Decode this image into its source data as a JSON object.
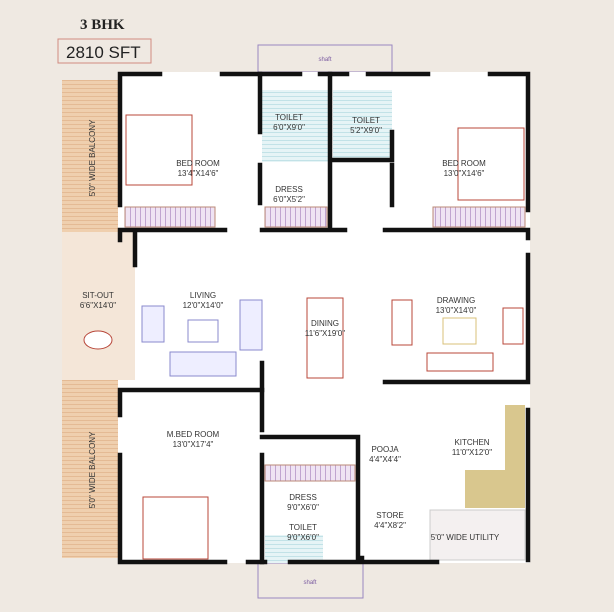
{
  "header": {
    "type": "3 BHK",
    "area": "2810 SFT"
  },
  "shaft_label": "shaft",
  "rooms": [
    {
      "name": "BED ROOM",
      "size": "13'4\"X14'6\""
    },
    {
      "name": "TOILET",
      "size": "6'0\"X9'0\""
    },
    {
      "name": "TOILET",
      "size": "5'2\"X9'0\""
    },
    {
      "name": "BED ROOM",
      "size": "13'0\"X14'6\""
    },
    {
      "name": "DRESS",
      "size": "6'0\"X5'2\""
    },
    {
      "name": "SIT-OUT",
      "size": "6'6\"X14'0\""
    },
    {
      "name": "LIVING",
      "size": "12'0\"X14'0\""
    },
    {
      "name": "DINING",
      "size": "11'6\"X19'0\""
    },
    {
      "name": "DRAWING",
      "size": "13'0\"X14'0\""
    },
    {
      "name": "M.BED ROOM",
      "size": "13'0\"X17'4\""
    },
    {
      "name": "DRESS",
      "size": "9'0\"X6'0\""
    },
    {
      "name": "TOILET",
      "size": "9'0\"X6'0\""
    },
    {
      "name": "POOJA",
      "size": "4'4\"X4'4\""
    },
    {
      "name": "STORE",
      "size": "4'4\"X8'2\""
    },
    {
      "name": "KITCHEN",
      "size": "11'0\"X12'0\""
    }
  ],
  "balcony_labels": [
    "5'0\" WIDE BALCONY",
    "5'0\" WIDE BALCONY"
  ],
  "utility_label": "5'0\" WIDE UTILITY",
  "colors": {
    "background": "#efe9e2",
    "walls": "#111111",
    "balcony": "#e8c9a8",
    "tiles": "#bfe0e6",
    "furniture": "#b8473a"
  }
}
